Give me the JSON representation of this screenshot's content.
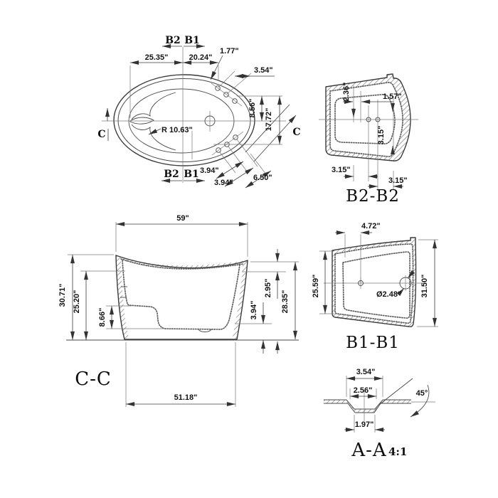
{
  "top_view": {
    "flags": {
      "top_left": "B2",
      "top_right": "B1",
      "bottom_left": "B2",
      "bottom_right": "B1",
      "section_left": "C",
      "section_right": "C"
    },
    "dims": {
      "left_width": "25.35\"",
      "right_width": "20.24\"",
      "jet_offset": "1.77\"",
      "jet_gap_top": "3.54\"",
      "upper_height": "8.56\"",
      "total_height": "17.72\"",
      "radius": "R 10.63\"",
      "jet_gap_1": "3.94\"",
      "jet_gap_2": "3.94\"",
      "jet_gap_3": "6.50\""
    }
  },
  "b2_section": {
    "label": "B2-B2",
    "dims": {
      "top_drop": "2.36\"",
      "hole_gap": "1.57\"",
      "below_center": "3.15\"",
      "left_offset": "3.15\"",
      "right_offset": "3.15\""
    }
  },
  "c_section": {
    "label": "C-C",
    "dims": {
      "overall_width": "59\"",
      "overall_height": "30.71\"",
      "wall_height": "25.20\"",
      "seat_height": "8.66\"",
      "rim_drop": "2.95\"",
      "base_gap": "3.94\"",
      "right_height": "28.35\"",
      "base_width": "51.18\""
    }
  },
  "b1_section": {
    "label": "B1-B1",
    "dims": {
      "jet_offset": "4.72\"",
      "left_height": "25.59\"",
      "drain_diameter": "Ø2.48\"",
      "right_height": "31.50\""
    }
  },
  "a_detail": {
    "label": "A-A",
    "scale": "4:1",
    "dims": {
      "outer_width": "3.54\"",
      "cone_width": "2.56\"",
      "hole_width": "1.97\"",
      "chamfer_angle": "45°"
    }
  }
}
